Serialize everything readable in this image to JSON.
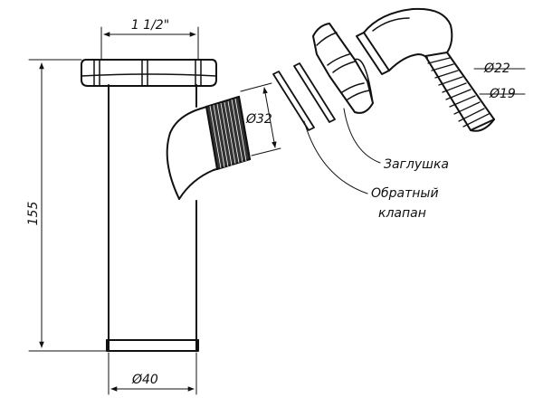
{
  "dimensions": {
    "height": "155",
    "nut_thread": "1 1/2\"",
    "side_outlet": "Ø32",
    "bottom_outlet": "Ø40",
    "hose_outer": "Ø22",
    "hose_inner": "Ø19"
  },
  "callouts": {
    "cap": "Заглушка",
    "check_valve_line1": "Обратный",
    "check_valve_line2": "клапан"
  },
  "colors": {
    "ink": "#111111",
    "paper": "#ffffff"
  }
}
